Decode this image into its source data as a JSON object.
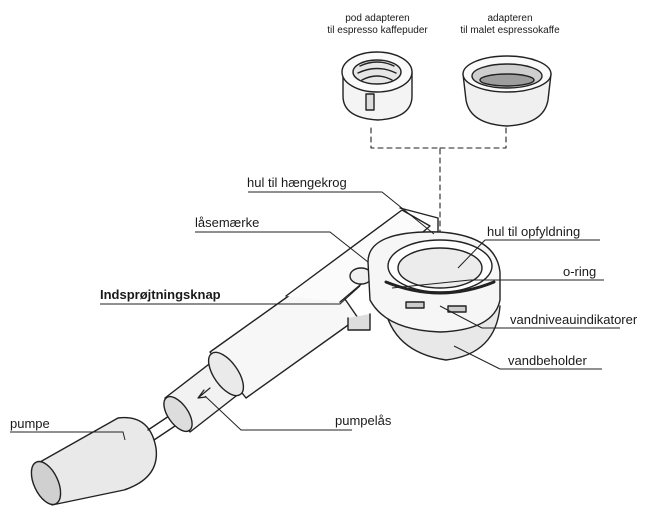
{
  "adapters": {
    "pod": {
      "line1": "pod adapteren",
      "line2": "til espresso kaffepuder"
    },
    "ground": {
      "line1": "adapteren",
      "line2": "til malet espressokaffe"
    }
  },
  "labels": {
    "hang_hole": "hul til hængekrog",
    "lock_mark": "låsemærke",
    "fill_hole": "hul til opfyldning",
    "injection_button": "Indsprøjtningsknap",
    "o_ring": "o-ring",
    "water_level": "vandniveauindikatorer",
    "water_tank": "vandbeholder",
    "pump_lock": "pumpelås",
    "pump": "pumpe"
  }
}
